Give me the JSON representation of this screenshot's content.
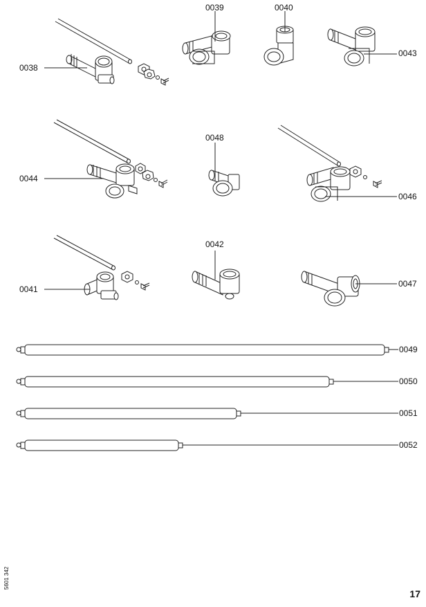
{
  "parts": [
    {
      "id": "0038"
    },
    {
      "id": "0039"
    },
    {
      "id": "0040"
    },
    {
      "id": "0043"
    },
    {
      "id": "0044"
    },
    {
      "id": "0048"
    },
    {
      "id": "0046"
    },
    {
      "id": "0041"
    },
    {
      "id": "0042"
    },
    {
      "id": "0047"
    },
    {
      "id": "0049"
    },
    {
      "id": "0050"
    },
    {
      "id": "0051"
    },
    {
      "id": "0052"
    }
  ],
  "document_code": "5601 342",
  "page_number": "17"
}
